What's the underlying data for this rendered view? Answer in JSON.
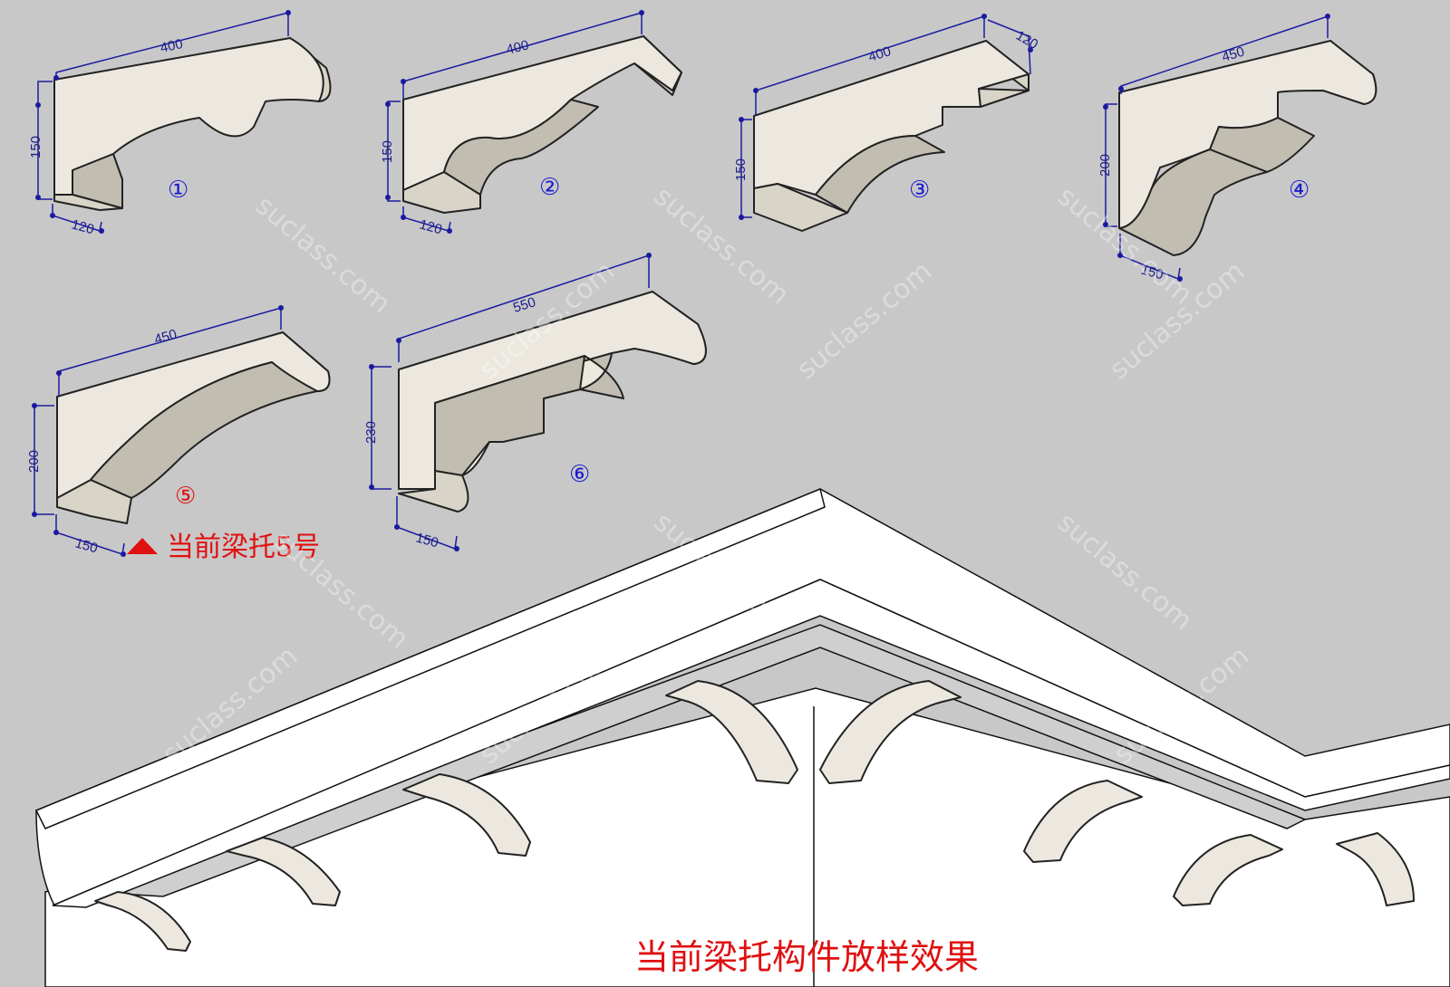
{
  "brackets": [
    {
      "id": "1",
      "label": "①",
      "length": "400",
      "height": "150",
      "depth": "120",
      "color": "#1a1ad0"
    },
    {
      "id": "2",
      "label": "②",
      "length": "400",
      "height": "150",
      "depth": "120",
      "color": "#1a1ad0"
    },
    {
      "id": "3",
      "label": "③",
      "length": "400",
      "height": "150",
      "depth": "120",
      "color": "#1a1ad0"
    },
    {
      "id": "4",
      "label": "④",
      "length": "450",
      "height": "200",
      "depth": "150",
      "color": "#1a1ad0"
    },
    {
      "id": "5",
      "label": "⑤",
      "length": "450",
      "height": "200",
      "depth": "150",
      "color": "#e01010"
    },
    {
      "id": "6",
      "label": "⑥",
      "length": "550",
      "height": "230",
      "depth": "150",
      "color": "#1a1ad0"
    }
  ],
  "current_marker": {
    "text": "当前梁托5号",
    "color": "#e01010"
  },
  "bottom_caption": "当前梁托构件放样效果",
  "watermark": "suclass.com",
  "colors": {
    "background": "#c8c8c8",
    "dimension": "#1a1aa0",
    "highlight": "#e01010",
    "stone": "#ece8df"
  }
}
